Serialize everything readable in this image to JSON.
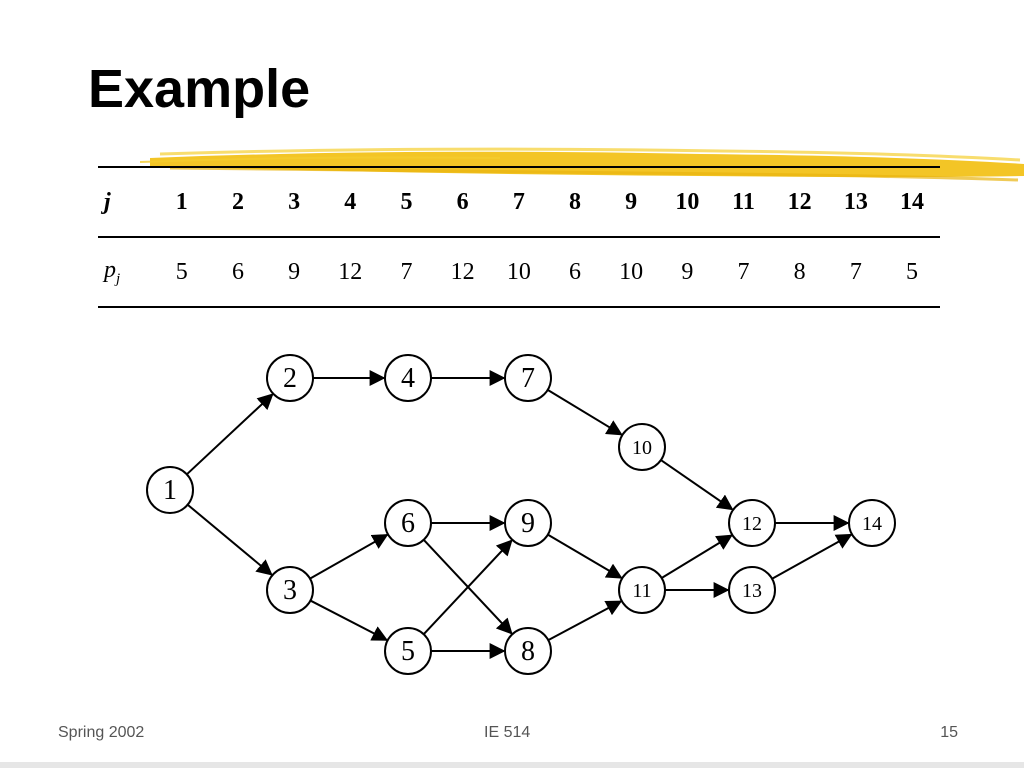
{
  "slide": {
    "title": "Example",
    "footer_left": "Spring 2002",
    "footer_center": "IE 514",
    "footer_right": "15"
  },
  "table": {
    "row_j_label": "j",
    "row_p_label": "p",
    "row_p_sub": "j",
    "j": [
      "1",
      "2",
      "3",
      "4",
      "5",
      "6",
      "7",
      "8",
      "9",
      "10",
      "11",
      "12",
      "13",
      "14"
    ],
    "p": [
      "5",
      "6",
      "9",
      "12",
      "7",
      "12",
      "10",
      "6",
      "10",
      "9",
      "7",
      "8",
      "7",
      "5"
    ]
  },
  "graph": {
    "nodes": [
      "1",
      "2",
      "3",
      "4",
      "5",
      "6",
      "7",
      "8",
      "9",
      "10",
      "11",
      "12",
      "13",
      "14"
    ],
    "edges": [
      [
        "1",
        "2"
      ],
      [
        "1",
        "3"
      ],
      [
        "2",
        "4"
      ],
      [
        "4",
        "7"
      ],
      [
        "7",
        "10"
      ],
      [
        "10",
        "12"
      ],
      [
        "3",
        "6"
      ],
      [
        "3",
        "5"
      ],
      [
        "6",
        "9"
      ],
      [
        "6",
        "8"
      ],
      [
        "5",
        "9"
      ],
      [
        "5",
        "8"
      ],
      [
        "9",
        "11"
      ],
      [
        "8",
        "11"
      ],
      [
        "11",
        "12"
      ],
      [
        "11",
        "13"
      ],
      [
        "12",
        "14"
      ],
      [
        "13",
        "14"
      ]
    ]
  },
  "colors": {
    "highlight": "#f2c21a",
    "stroke": "#000000"
  }
}
